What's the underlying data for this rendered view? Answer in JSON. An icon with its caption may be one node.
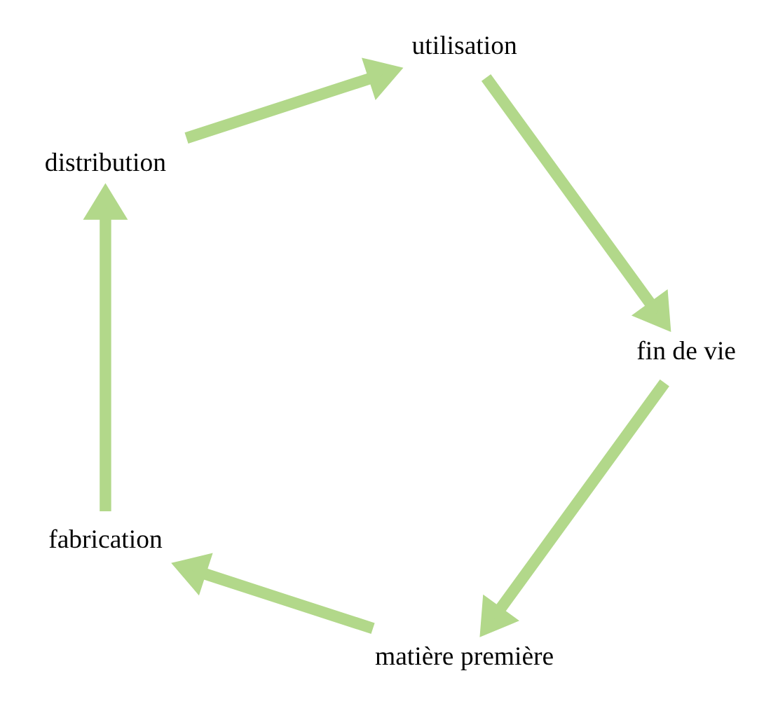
{
  "diagram": {
    "nodes": [
      {
        "text": [
          "matière première"
        ]
      },
      {
        "text": [
          "fabrication"
        ]
      },
      {
        "text": [
          "distribution"
        ]
      },
      {
        "text": [
          "utilisation"
        ]
      },
      {
        "text": [
          "fin de vie"
        ]
      }
    ],
    "edges": [
      {
        "from": 0,
        "to": 1,
        "arrow": "to"
      },
      {
        "from": 1,
        "to": 2,
        "arrow": "to"
      },
      {
        "from": 2,
        "to": 3,
        "arrow": "to"
      },
      {
        "from": 3,
        "to": 4,
        "arrow": "to"
      },
      {
        "from": 4,
        "to": 0,
        "arrow": "to"
      }
    ]
  }
}
